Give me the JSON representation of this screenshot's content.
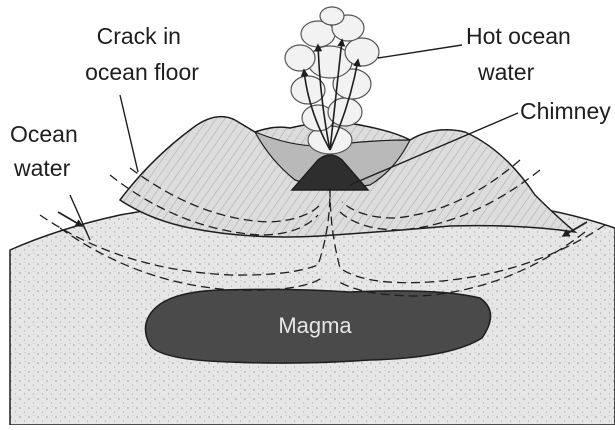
{
  "labels": {
    "crack": [
      "Crack in",
      "ocean floor"
    ],
    "hot_water": [
      "Hot ocean",
      "water"
    ],
    "chimney": "Chimney",
    "ocean_water": [
      "Ocean",
      "water"
    ],
    "magma": "Magma"
  },
  "colors": {
    "ink": "#1e1e1e",
    "rock": "#d8d8d8",
    "seafloor": "#e3e3e3",
    "magma": "#4a4a4a",
    "chimney": "#2e2e2e",
    "smoke": "#f2f2f2"
  }
}
